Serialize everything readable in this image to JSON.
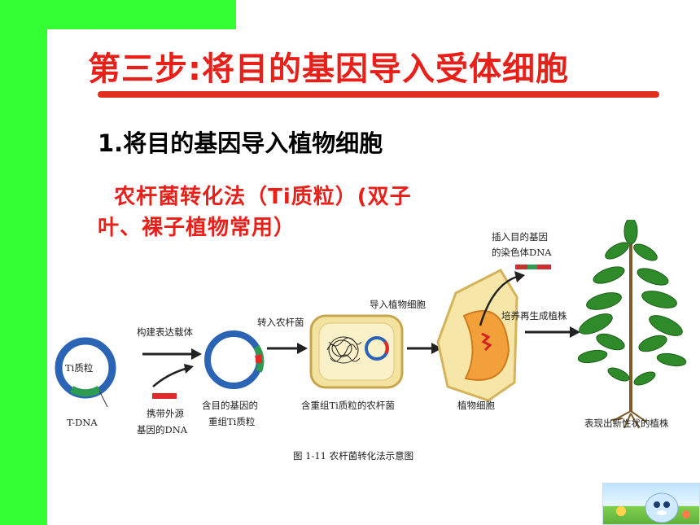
{
  "title": "第三步:将目的基因导入受体细胞",
  "subtitle": "1.将目的基因导入植物细胞",
  "method_line1": "  农杆菌转化法（Ti质粒）(双子",
  "method_line2": "叶、裸子植物常用）",
  "diagram": {
    "ti_plasmid_label": "Ti质粒",
    "tdna_label": "T-DNA",
    "arrow1_label": "构建表达载体",
    "foreign_dna_line1": "携带外源",
    "foreign_dna_line2": "基因的DNA",
    "recombinant_line1": "含目的基因的",
    "recombinant_line2": "重组Ti质粒",
    "arrow2_label": "转入农杆菌",
    "agrobacterium_label": "含重组Ti质粒的农杆菌",
    "arrow3_label": "导入植物细胞",
    "plant_cell_label": "植物细胞",
    "chromosome_line1": "插入目的基因",
    "chromosome_line2": "的染色体DNA",
    "arrow4_label": "培养再生成植株",
    "plant_label": "表现出新性状的植株",
    "caption": "图 1-11   农杆菌转化法示意图"
  },
  "colors": {
    "accent_red": "#e8201a",
    "sidebar_green": "#33ff33"
  }
}
